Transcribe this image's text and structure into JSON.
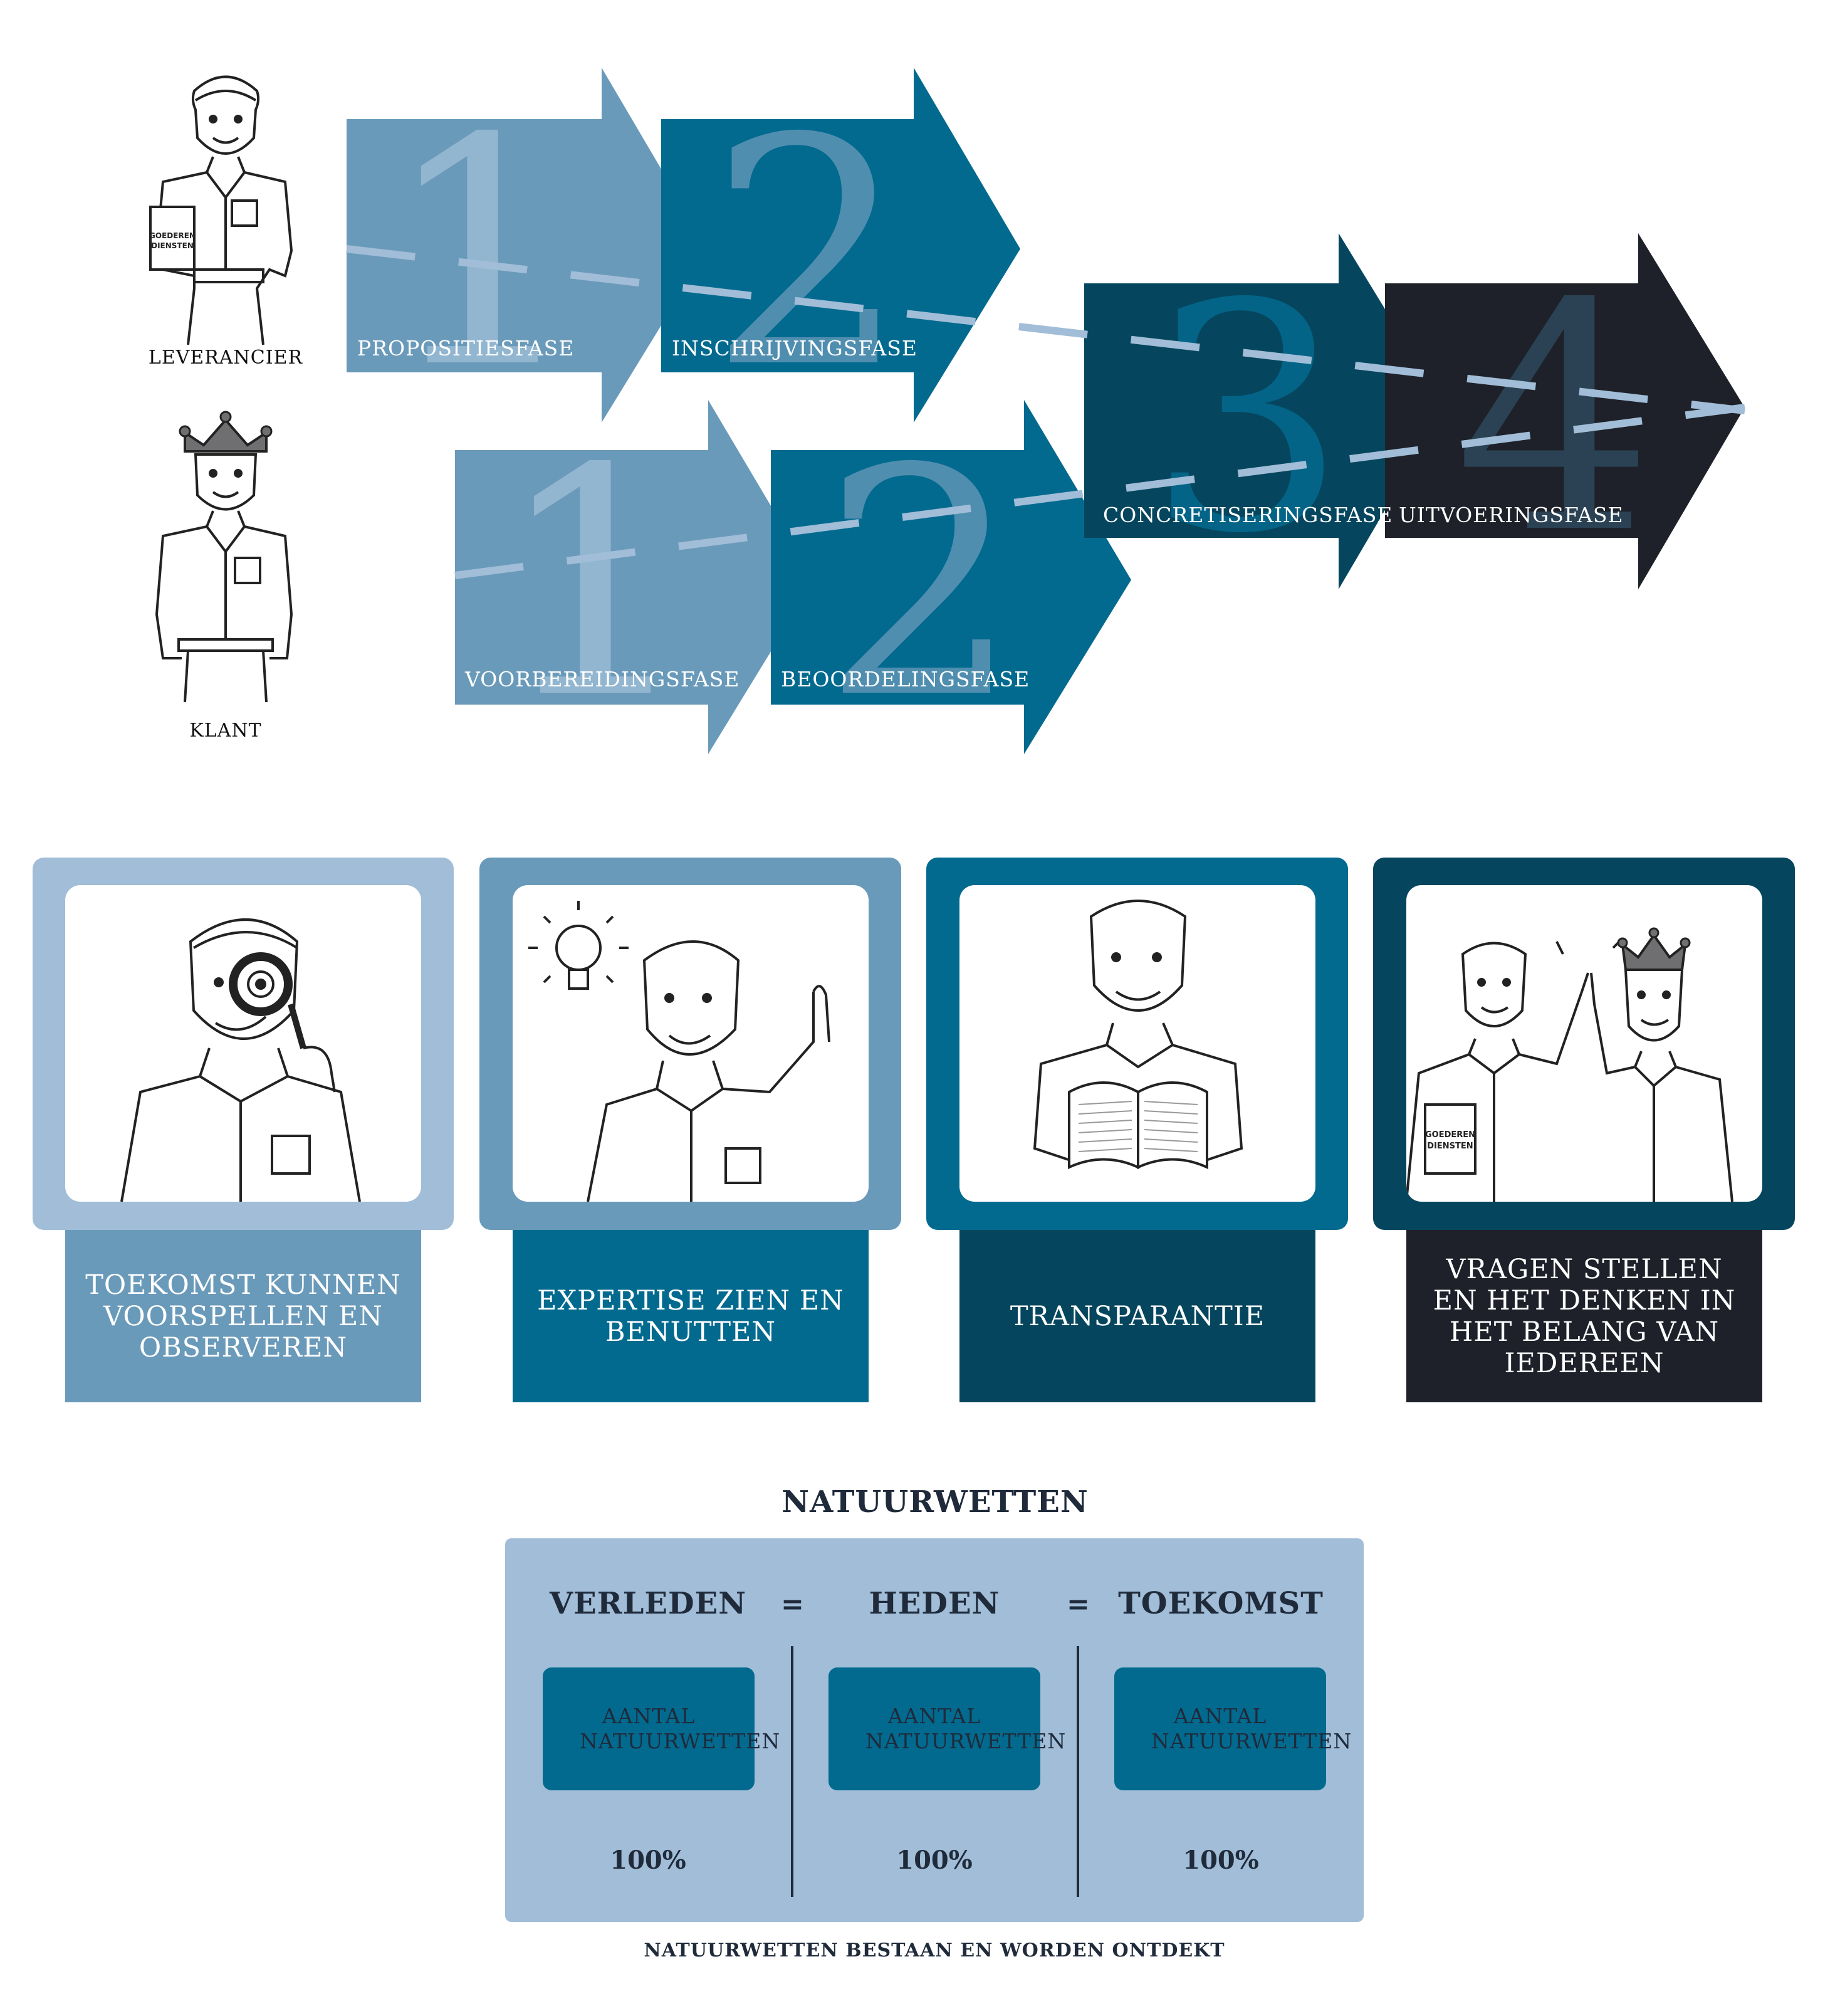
{
  "diagram": {
    "roles": {
      "supplier": "LEVERANCIER",
      "client": "KLANT",
      "box_label_line1": "GOEDEREN",
      "box_label_line2": "DIENSTEN"
    },
    "phases": [
      {
        "number": "1",
        "label": "PROPOSITIESFASE",
        "color": "#6a9aba"
      },
      {
        "number": "2",
        "label": "INSCHRIJVINGSFASE",
        "color": "#036a8f"
      },
      {
        "number": "1",
        "label": "VOORBEREIDINGSFASE",
        "color": "#6a9aba"
      },
      {
        "number": "2",
        "label": "BEOORDELINGSFASE",
        "color": "#036a8f"
      },
      {
        "number": "3",
        "label": "CONCRETISERINGSFASE",
        "color": "#05465e"
      },
      {
        "number": "4",
        "label": "UITVOERINGSFASE",
        "color": "#1e2129"
      }
    ]
  },
  "cards": [
    {
      "caption": "TOEKOMST KUNNEN VOORSPELLEN EN OBSERVEREN",
      "frame_color": "#a1bdd7",
      "caption_color": "#6a9aba"
    },
    {
      "caption": "EXPERTISE ZIEN EN BENUTTEN",
      "frame_color": "#6a9aba",
      "caption_color": "#036a8f"
    },
    {
      "caption": "TRANSPARANTIE",
      "frame_color": "#036a8f",
      "caption_color": "#05465e"
    },
    {
      "caption": "VRAGEN STELLEN EN HET DENKEN IN HET BELANG VAN IEDEREEN",
      "frame_color": "#05465e",
      "caption_color": "#1e2129"
    }
  ],
  "natuurwetten": {
    "title": "NATUURWETTEN",
    "columns": [
      {
        "heading": "VERLEDEN",
        "box": "AANTAL NATUURWETTEN",
        "value": "100%"
      },
      {
        "heading": "HEDEN",
        "box": "AANTAL NATUURWETTEN",
        "value": "100%"
      },
      {
        "heading": "TOEKOMST",
        "box": "AANTAL NATUURWETTEN",
        "value": "100%"
      }
    ],
    "equals": "=",
    "footer": "NATUURWETTEN BESTAAN EN WORDEN ONTDEKT"
  }
}
